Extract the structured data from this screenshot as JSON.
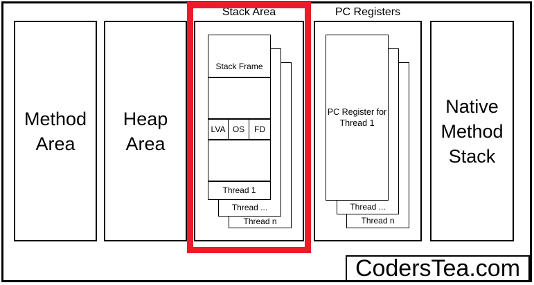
{
  "colors": {
    "highlight": "#ed1c24",
    "line": "#000000",
    "background": "#ffffff"
  },
  "method_area": {
    "lines": [
      "Method",
      "Area"
    ]
  },
  "heap_area": {
    "lines": [
      "Heap",
      "Area"
    ]
  },
  "native_method_stack": {
    "lines": [
      "Native",
      "Method",
      "Stack"
    ]
  },
  "stack_area": {
    "title": "Stack Area",
    "frame": {
      "label": "Stack Frame",
      "cells": [
        "LVA",
        "OS",
        "FD"
      ],
      "thread_label": "Thread 1"
    },
    "threads": [
      "Thread ...",
      "Thread n"
    ]
  },
  "pc_registers": {
    "title": "PC Registers",
    "main_label_lines": [
      "PC Register for",
      "Thread 1"
    ],
    "threads": [
      "Thread ...",
      "Thread n"
    ]
  },
  "watermark": {
    "text": "CodersTea.com"
  }
}
